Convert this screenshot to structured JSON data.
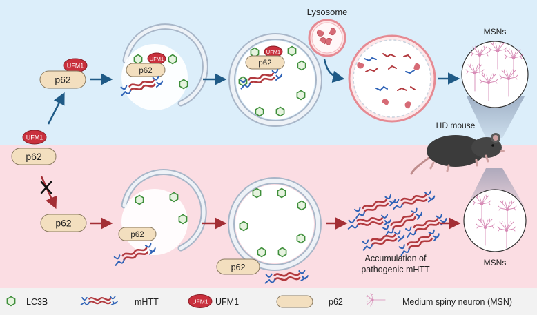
{
  "labels": {
    "lysosome": "Lysosome",
    "msns_top": "MSNs",
    "msns_bottom": "MSNs",
    "hd_mouse": "HD mouse",
    "accumulation_line1": "Accumulation of",
    "accumulation_line2": "pathogenic mHTT"
  },
  "proteins": {
    "p62": "p62",
    "ufm1": "UFM1"
  },
  "legend": [
    {
      "icon": "hexagon-icon",
      "label": "LC3B"
    },
    {
      "icon": "mhtt-icon",
      "label": "mHTT"
    },
    {
      "icon": "ufm1-icon",
      "label": "UFM1"
    },
    {
      "icon": "p62-icon",
      "label": "p62"
    },
    {
      "icon": "neuron-icon",
      "label": "Medium spiny neuron (MSN)"
    }
  ],
  "colors": {
    "top_panel": "#dceefa",
    "bottom_panel": "#fbdde3",
    "legend_bg": "#f2f2f2",
    "arrow_blue": "#1f5a86",
    "arrow_red": "#a32e35",
    "lc3b_green": "#3f8f3b",
    "ufm1_red": "#c9303d",
    "p62_fill": "#f3dfbf",
    "neuron_pink": "#d78bb6",
    "mhtt_red": "#b23a3f",
    "mhtt_blue": "#2f63b7"
  }
}
